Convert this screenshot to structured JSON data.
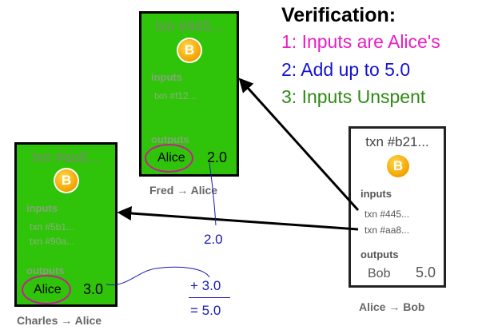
{
  "verification": {
    "title": "Verification:",
    "items": [
      {
        "text": "1: Inputs are Alice's",
        "color": "#e81fc4"
      },
      {
        "text": "2: Add up to 5.0",
        "color": "#1414d0"
      },
      {
        "text": "3: Inputs Unspent",
        "color": "#2e8a13"
      }
    ]
  },
  "fred_txn": {
    "title": "txn #445...",
    "inputs_label": "inputs",
    "input_1": "txn #f12...",
    "outputs_label": "outputs",
    "output_name": "Alice",
    "output_value": "2.0",
    "caption": "Fred → Alice"
  },
  "charles_txn": {
    "title": "txn #aa8...",
    "inputs_label": "inputs",
    "input_1": "txn #5b1...",
    "input_2": "txn #90a...",
    "outputs_label": "outputs",
    "output_name": "Alice",
    "output_value": "3.0",
    "caption": "Charles → Alice"
  },
  "bob_txn": {
    "title": "txn #b21...",
    "inputs_label": "inputs",
    "input_1": "txn #445...",
    "input_2": "txn #aa8...",
    "outputs_label": "outputs",
    "output_name": "Bob",
    "output_value": "5.0",
    "caption": "Alice → Bob"
  },
  "sum": {
    "first": "2.0",
    "second": "+ 3.0",
    "total": "= 5.0"
  },
  "coin_symbol": "B",
  "colors": {
    "green_card": "#2fc40a",
    "highlight": "#cc1a98",
    "annotation": "#1a1ab0"
  }
}
